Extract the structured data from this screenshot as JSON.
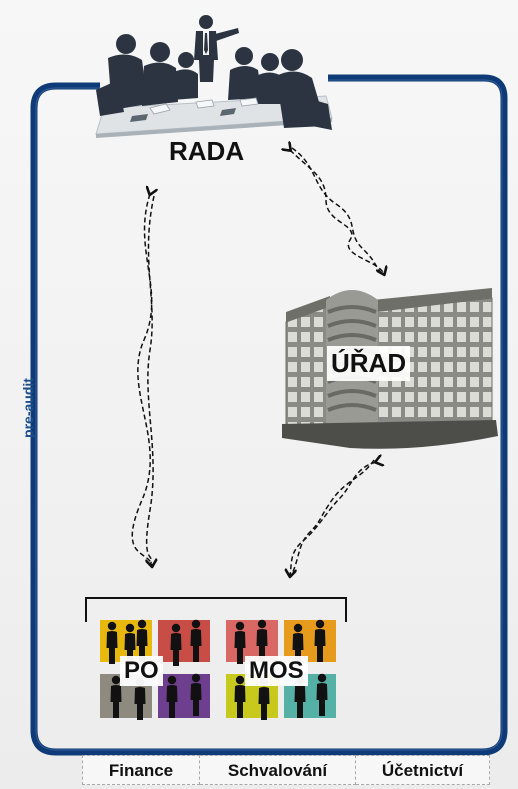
{
  "nodes": {
    "rada": "RADA",
    "urad": "ÚŘAD",
    "po": "PO",
    "mos": "MOS"
  },
  "side_label": "pre-audit",
  "tabs": [
    "Finance",
    "Schvalování",
    "Účetnictví"
  ],
  "colors": {
    "frame_blue": "#0e3a78",
    "side_label_blue": "#1a4f8f",
    "tile_yellow": "#e8b90c",
    "tile_red": "#c94d47",
    "tile_gray": "#8e8a80",
    "tile_purple": "#6f3f8f",
    "tile_pink": "#d96763",
    "tile_orange": "#e79b1d",
    "tile_lime": "#c7c91c",
    "tile_teal": "#55b0a6",
    "silhouette": "#2b3440"
  },
  "icons": [
    "boardroom-meeting-icon",
    "office-building-icon",
    "people-silhouette-icon"
  ]
}
